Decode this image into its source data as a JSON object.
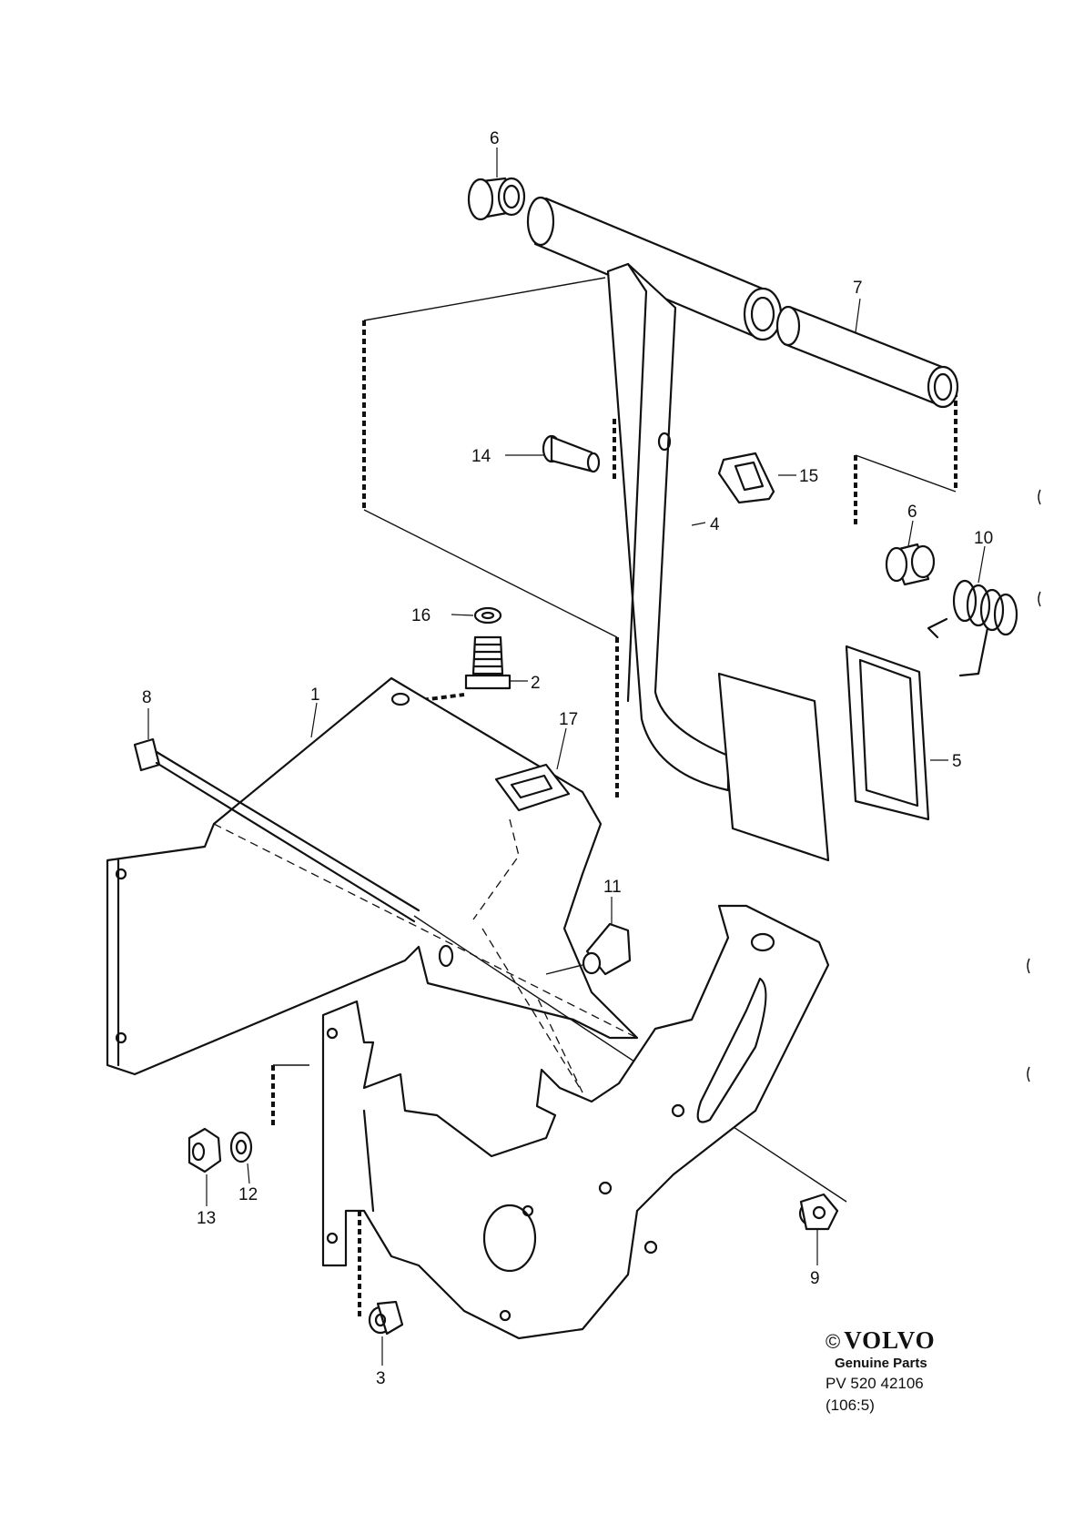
{
  "callouts": [
    {
      "id": "1",
      "label": "1"
    },
    {
      "id": "2",
      "label": "2"
    },
    {
      "id": "3",
      "label": "3"
    },
    {
      "id": "4",
      "label": "4"
    },
    {
      "id": "5",
      "label": "5"
    },
    {
      "id": "6a",
      "label": "6"
    },
    {
      "id": "6b",
      "label": "6"
    },
    {
      "id": "7",
      "label": "7"
    },
    {
      "id": "8",
      "label": "8"
    },
    {
      "id": "9",
      "label": "9"
    },
    {
      "id": "10",
      "label": "10"
    },
    {
      "id": "11",
      "label": "11"
    },
    {
      "id": "12",
      "label": "12"
    },
    {
      "id": "13",
      "label": "13"
    },
    {
      "id": "14",
      "label": "14"
    },
    {
      "id": "15",
      "label": "15"
    },
    {
      "id": "16",
      "label": "16"
    },
    {
      "id": "17",
      "label": "17"
    }
  ],
  "stamp": {
    "copyright": "©",
    "brand": "VOLVO",
    "subtitle": "Genuine Parts",
    "reference": "PV 520  42106",
    "sheet": "(106:5)"
  }
}
